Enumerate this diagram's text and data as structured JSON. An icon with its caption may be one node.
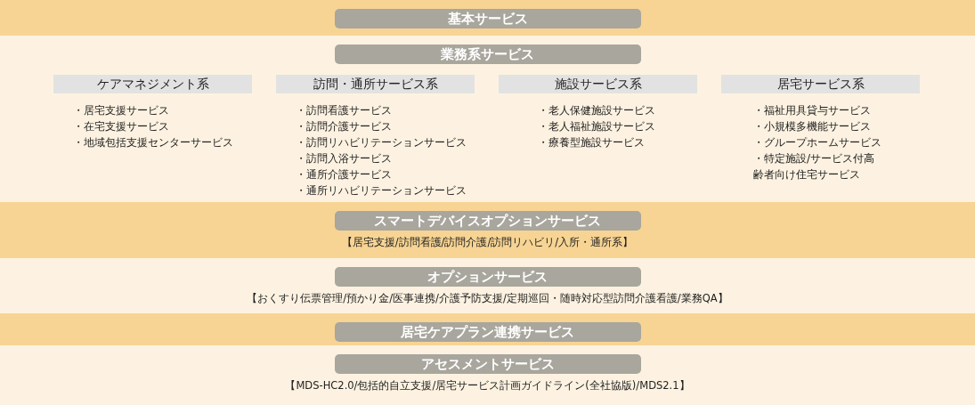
{
  "diagram": {
    "nodes": [
      {
        "text": [
          "基本サービス"
        ]
      },
      {
        "text": [
          "業務系サービス"
        ]
      },
      {
        "text": [
          "ケアマネジメント系",
          "・居宅支援サービス",
          "・在宅支援サービス",
          "・地域包括支援センターサービス"
        ],
        "in": 1
      },
      {
        "text": [
          "訪問・通所サービス系",
          "・訪問看護サービス",
          "・訪問介護サービス",
          "・訪問リハビリテーションサービス",
          "・訪問入浴サービス",
          "・通所介護サービス",
          "・通所リハビリテーションサービス"
        ],
        "in": 1
      },
      {
        "text": [
          "施設サービス系",
          "・老人保健施設サービス",
          "・老人福祉施設サービス",
          "・療養型施設サービス"
        ],
        "in": 1
      },
      {
        "text": [
          "居宅サービス系",
          "・福祉用具貸与サービス",
          "・小規模多機能サービス",
          "・グループホームサービス",
          "・特定施設/サービス付高齢者向け住宅サービス"
        ],
        "in": 1
      },
      {
        "text": [
          "スマートデバイスオプションサービス",
          "【居宅支援/訪問看護/訪問介護/訪問リハビリ/入所・通所系】"
        ]
      },
      {
        "text": [
          "オプションサービス",
          "【おくすり伝票管理/預かり金/医事連携/介護予防支援/定期巡回・随時対応型訪問介護看護/業務QA】"
        ]
      },
      {
        "text": [
          "居宅ケアプラン連携サービス"
        ]
      },
      {
        "text": [
          "アセスメントサービス",
          "【MDS-HC2.0/包括的自立支援/居宅サービス計画ガイドライン(全社協版)/MDS2.1】"
        ]
      }
    ]
  }
}
